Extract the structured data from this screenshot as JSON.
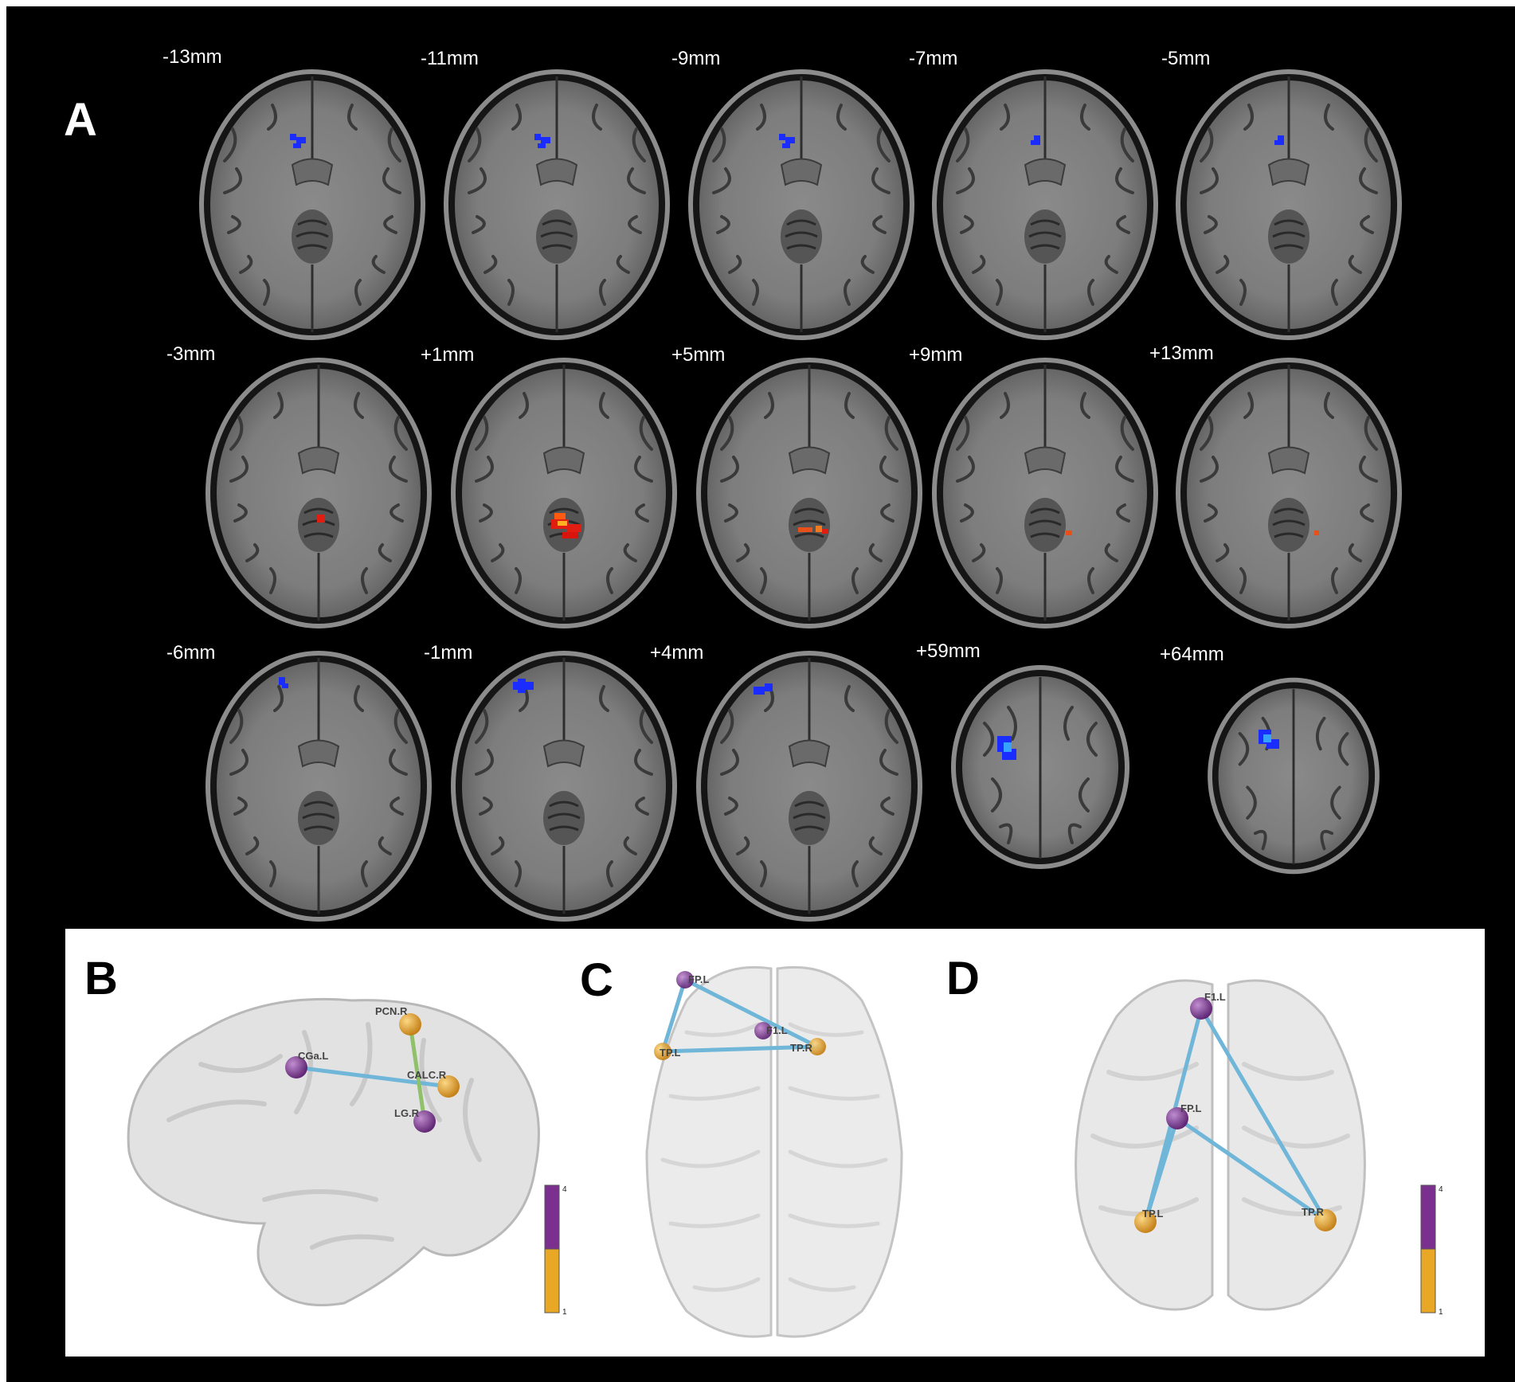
{
  "panel_letters": {
    "a": "A",
    "b": "B",
    "c": "C",
    "d": "D"
  },
  "slice_rows": [
    [
      "-13mm",
      "-11mm",
      "-9mm",
      "-7mm",
      "-5mm"
    ],
    [
      "-3mm",
      "+1mm",
      "+5mm",
      "+9mm",
      "+13mm"
    ],
    [
      "-6mm",
      "-1mm",
      "+4mm",
      "+59mm",
      "+64mm"
    ]
  ],
  "colors": {
    "blue_cluster": "#1b2cff",
    "red_cluster": "#e01d10",
    "node_purple": "#7b2f8f",
    "node_yellow": "#e8a826",
    "edge_blue": "#6fb6d8",
    "edge_green": "#8fc06a"
  },
  "networks": {
    "B": {
      "nodes": [
        {
          "id": "CGa.L",
          "label": "CGa.L",
          "color": "purple"
        },
        {
          "id": "PCN.R",
          "label": "PCN.R",
          "color": "yellow"
        },
        {
          "id": "CALC.R",
          "label": "CALC.R",
          "color": "yellow"
        },
        {
          "id": "LG.R",
          "label": "LG.R",
          "color": "purple"
        }
      ],
      "edges": [
        [
          "CGa.L",
          "CALC.R",
          "blue"
        ],
        [
          "PCN.R",
          "LG.R",
          "green"
        ]
      ],
      "colorbar": {
        "max": "4",
        "min": "1"
      }
    },
    "C": {
      "nodes": [
        {
          "id": "FP.L",
          "label": "FP.L",
          "color": "purple"
        },
        {
          "id": "F1.L",
          "label": "F1.L",
          "color": "purple"
        },
        {
          "id": "TP.L",
          "label": "TP.L",
          "color": "yellow"
        },
        {
          "id": "TP.R",
          "label": "TP.R",
          "color": "yellow"
        }
      ],
      "edges": [
        [
          "FP.L",
          "TP.L",
          "blue"
        ],
        [
          "FP.L",
          "TP.R",
          "blue"
        ],
        [
          "TP.L",
          "TP.R",
          "blue"
        ]
      ]
    },
    "D": {
      "nodes": [
        {
          "id": "F1.L",
          "label": "F1.L",
          "color": "purple"
        },
        {
          "id": "FP.L",
          "label": "FP.L",
          "color": "purple"
        },
        {
          "id": "TP.L",
          "label": "TP.L",
          "color": "yellow"
        },
        {
          "id": "TP.R",
          "label": "TP.R",
          "color": "yellow"
        }
      ],
      "edges": [
        [
          "F1.L",
          "TP.L",
          "blue"
        ],
        [
          "F1.L",
          "TP.R",
          "blue"
        ],
        [
          "FP.L",
          "TP.L",
          "blue"
        ],
        [
          "FP.L",
          "TP.R",
          "blue"
        ]
      ],
      "colorbar": {
        "max": "4",
        "min": "1"
      }
    }
  }
}
